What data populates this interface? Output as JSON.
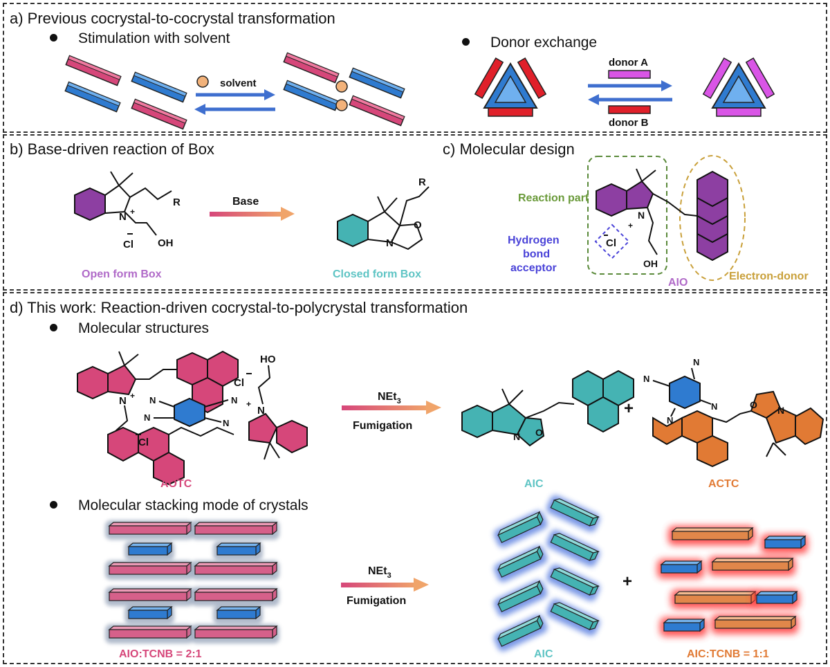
{
  "panel_a": {
    "heading": "a) Previous cocrystal-to-cocrystal transformation",
    "bullet1": "Stimulation with solvent",
    "bullet2": "Donor exchange",
    "solvent": "solvent",
    "donor_a": "donor A",
    "donor_b": "donor B"
  },
  "panel_b": {
    "heading": "b) Base-driven reaction of Box",
    "arrow_label": "Base",
    "open_label": "Open form Box",
    "closed_label": "Closed form Box"
  },
  "panel_c": {
    "heading": "c) Molecular design",
    "reaction_part": "Reaction part",
    "hbond": "Hydrogen\nbond\nacceptor",
    "aio": "AIO",
    "donor": "Electron-donor"
  },
  "panel_d": {
    "heading": "d) This work: Reaction-driven cocrystal-to-polycrystal transformation",
    "bullet1": "Molecular structures",
    "bullet2": "Molecular stacking mode of crystals",
    "reagent": "NEt",
    "reagent_sub": "3",
    "condition": "Fumigation",
    "aotc": "AOTC",
    "aic": "AIC",
    "actc": "ACTC",
    "plus": "+",
    "aio_tcnb": "AIO:TCNB = 2:1",
    "aic2": "AIC",
    "aic_tcnb": "AIC:TCNB = 1:1"
  },
  "colors": {
    "pink": "#d6477a",
    "blue": "#2f7bd0",
    "arrow_blue": "#3f6fcf",
    "red": "#e0202a",
    "magenta": "#d955e6",
    "purple": "#8d3fa2",
    "teal": "#45b3b3",
    "orange": "#e17a34",
    "green": "#5a8a3a",
    "gold": "#c9a03a",
    "indigo": "#4a43d8"
  }
}
